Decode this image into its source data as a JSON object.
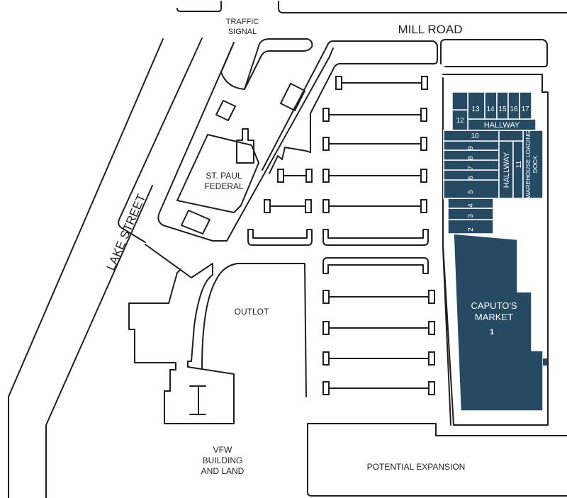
{
  "labels": {
    "traffic_signal_1": "TRAFFIC",
    "traffic_signal_2": "SIGNAL",
    "mill_road": "MILL ROAD",
    "lake_street": "LAKE STREET",
    "st_paul_1": "ST. PAUL",
    "st_paul_2": "FEDERAL",
    "outlot": "OUTLOT",
    "vfw_1": "VFW",
    "vfw_2": "BUILDING",
    "vfw_3": "AND LAND",
    "potential_expansion": "POTENTIAL EXPANSION"
  },
  "units": {
    "u1_name_1": "CAPUTO'S",
    "u1_name_2": "MARKET",
    "u1_num": "1",
    "u2": "2",
    "u3": "3",
    "u4": "4",
    "u5": "5",
    "u6": "6",
    "u7": "7",
    "u8": "8",
    "u9": "9",
    "u10": "10",
    "u11": "11",
    "u12": "12",
    "u13": "13",
    "u14": "14",
    "u15": "15",
    "u16": "16",
    "u17": "17",
    "hallway_top": "HALLWAY",
    "hallway_vertical": "HALLWAY",
    "warehouse_1": "WAREHOUSE LOADING",
    "warehouse_2": "DOCK"
  },
  "colors": {
    "building": "#254a62",
    "outline": "#1f1f1f",
    "background": "#ffffff"
  }
}
